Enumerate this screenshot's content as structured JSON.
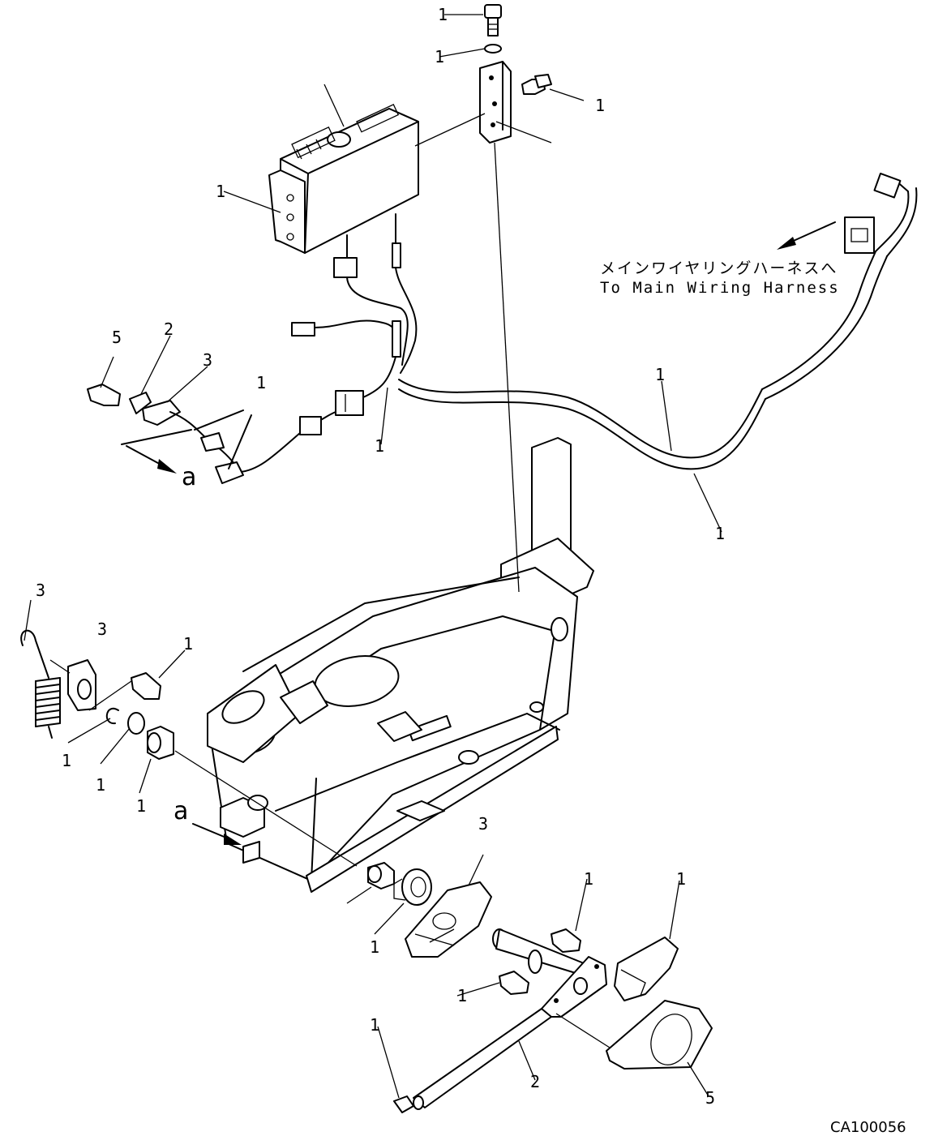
{
  "figure_id": "CA100056",
  "harness_note": {
    "jp": "メインワイヤリングハーネスへ",
    "en": "To Main Wiring Harness"
  },
  "view_callouts": [
    "a",
    "a"
  ],
  "part_labels": [
    "1",
    "1",
    "1",
    "1",
    "1",
    "1",
    "1",
    "5",
    "2",
    "3",
    "1",
    "3",
    "3",
    "1",
    "1",
    "1",
    "3",
    "1",
    "1",
    "1",
    "1",
    "1",
    "2",
    "5"
  ]
}
